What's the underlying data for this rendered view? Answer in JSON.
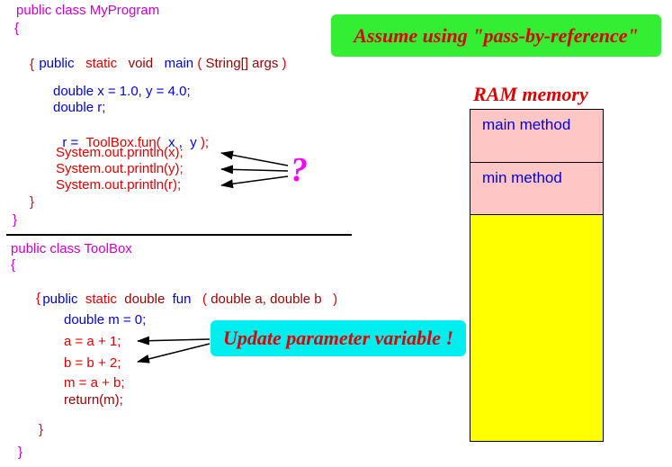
{
  "program": {
    "class_decl": "public class MyProgram",
    "open_brace": "{",
    "main_public": "public",
    "main_static": "static",
    "main_void": "void",
    "main_name": "main",
    "main_open_paren": "(",
    "main_params": "String[] args",
    "main_close_paren": ")",
    "main_open_brace": "{",
    "decl_xy": "double x = 1.0, y = 4.0;",
    "decl_r": "double r;",
    "call_prefix": "r =",
    "call_name": "ToolBox.fun(",
    "call_args": "x ,  y",
    "call_suffix": ");",
    "print_x": "System.out.println(x);",
    "print_y": "System.out.println(y);",
    "print_r": "System.out.println(r);",
    "main_close_brace": "}",
    "close_brace": "}"
  },
  "toolbox": {
    "class_decl": "public class ToolBox",
    "open_brace": "{",
    "fun_public": "public",
    "fun_static": "static",
    "fun_double": "double",
    "fun_name": "fun",
    "fun_open_paren": "(",
    "fun_params": "double a, double b",
    "fun_close_paren": ")",
    "fun_open_brace": "{",
    "line_m": "double m = 0;",
    "line_a": "a = a + 1;",
    "line_b": "b = b + 2;",
    "line_sum": "m = a + b;",
    "line_return": "return(m);",
    "fun_close_brace": "}",
    "close_brace": "}"
  },
  "callouts": {
    "assume": "Assume using \"pass-by-reference\"",
    "update": "Update parameter variable !",
    "question": "?"
  },
  "ram": {
    "title": "RAM memory",
    "frames": [
      "main method",
      "min method"
    ]
  },
  "colors": {
    "keyword": "#cc00cc",
    "code_red": "#dd0000",
    "code_blue": "#0000dd",
    "assume_bg": "#33ee33",
    "update_bg": "#00eeee",
    "frame_bg": "#ffc6c6",
    "free_bg": "#ffff00"
  }
}
